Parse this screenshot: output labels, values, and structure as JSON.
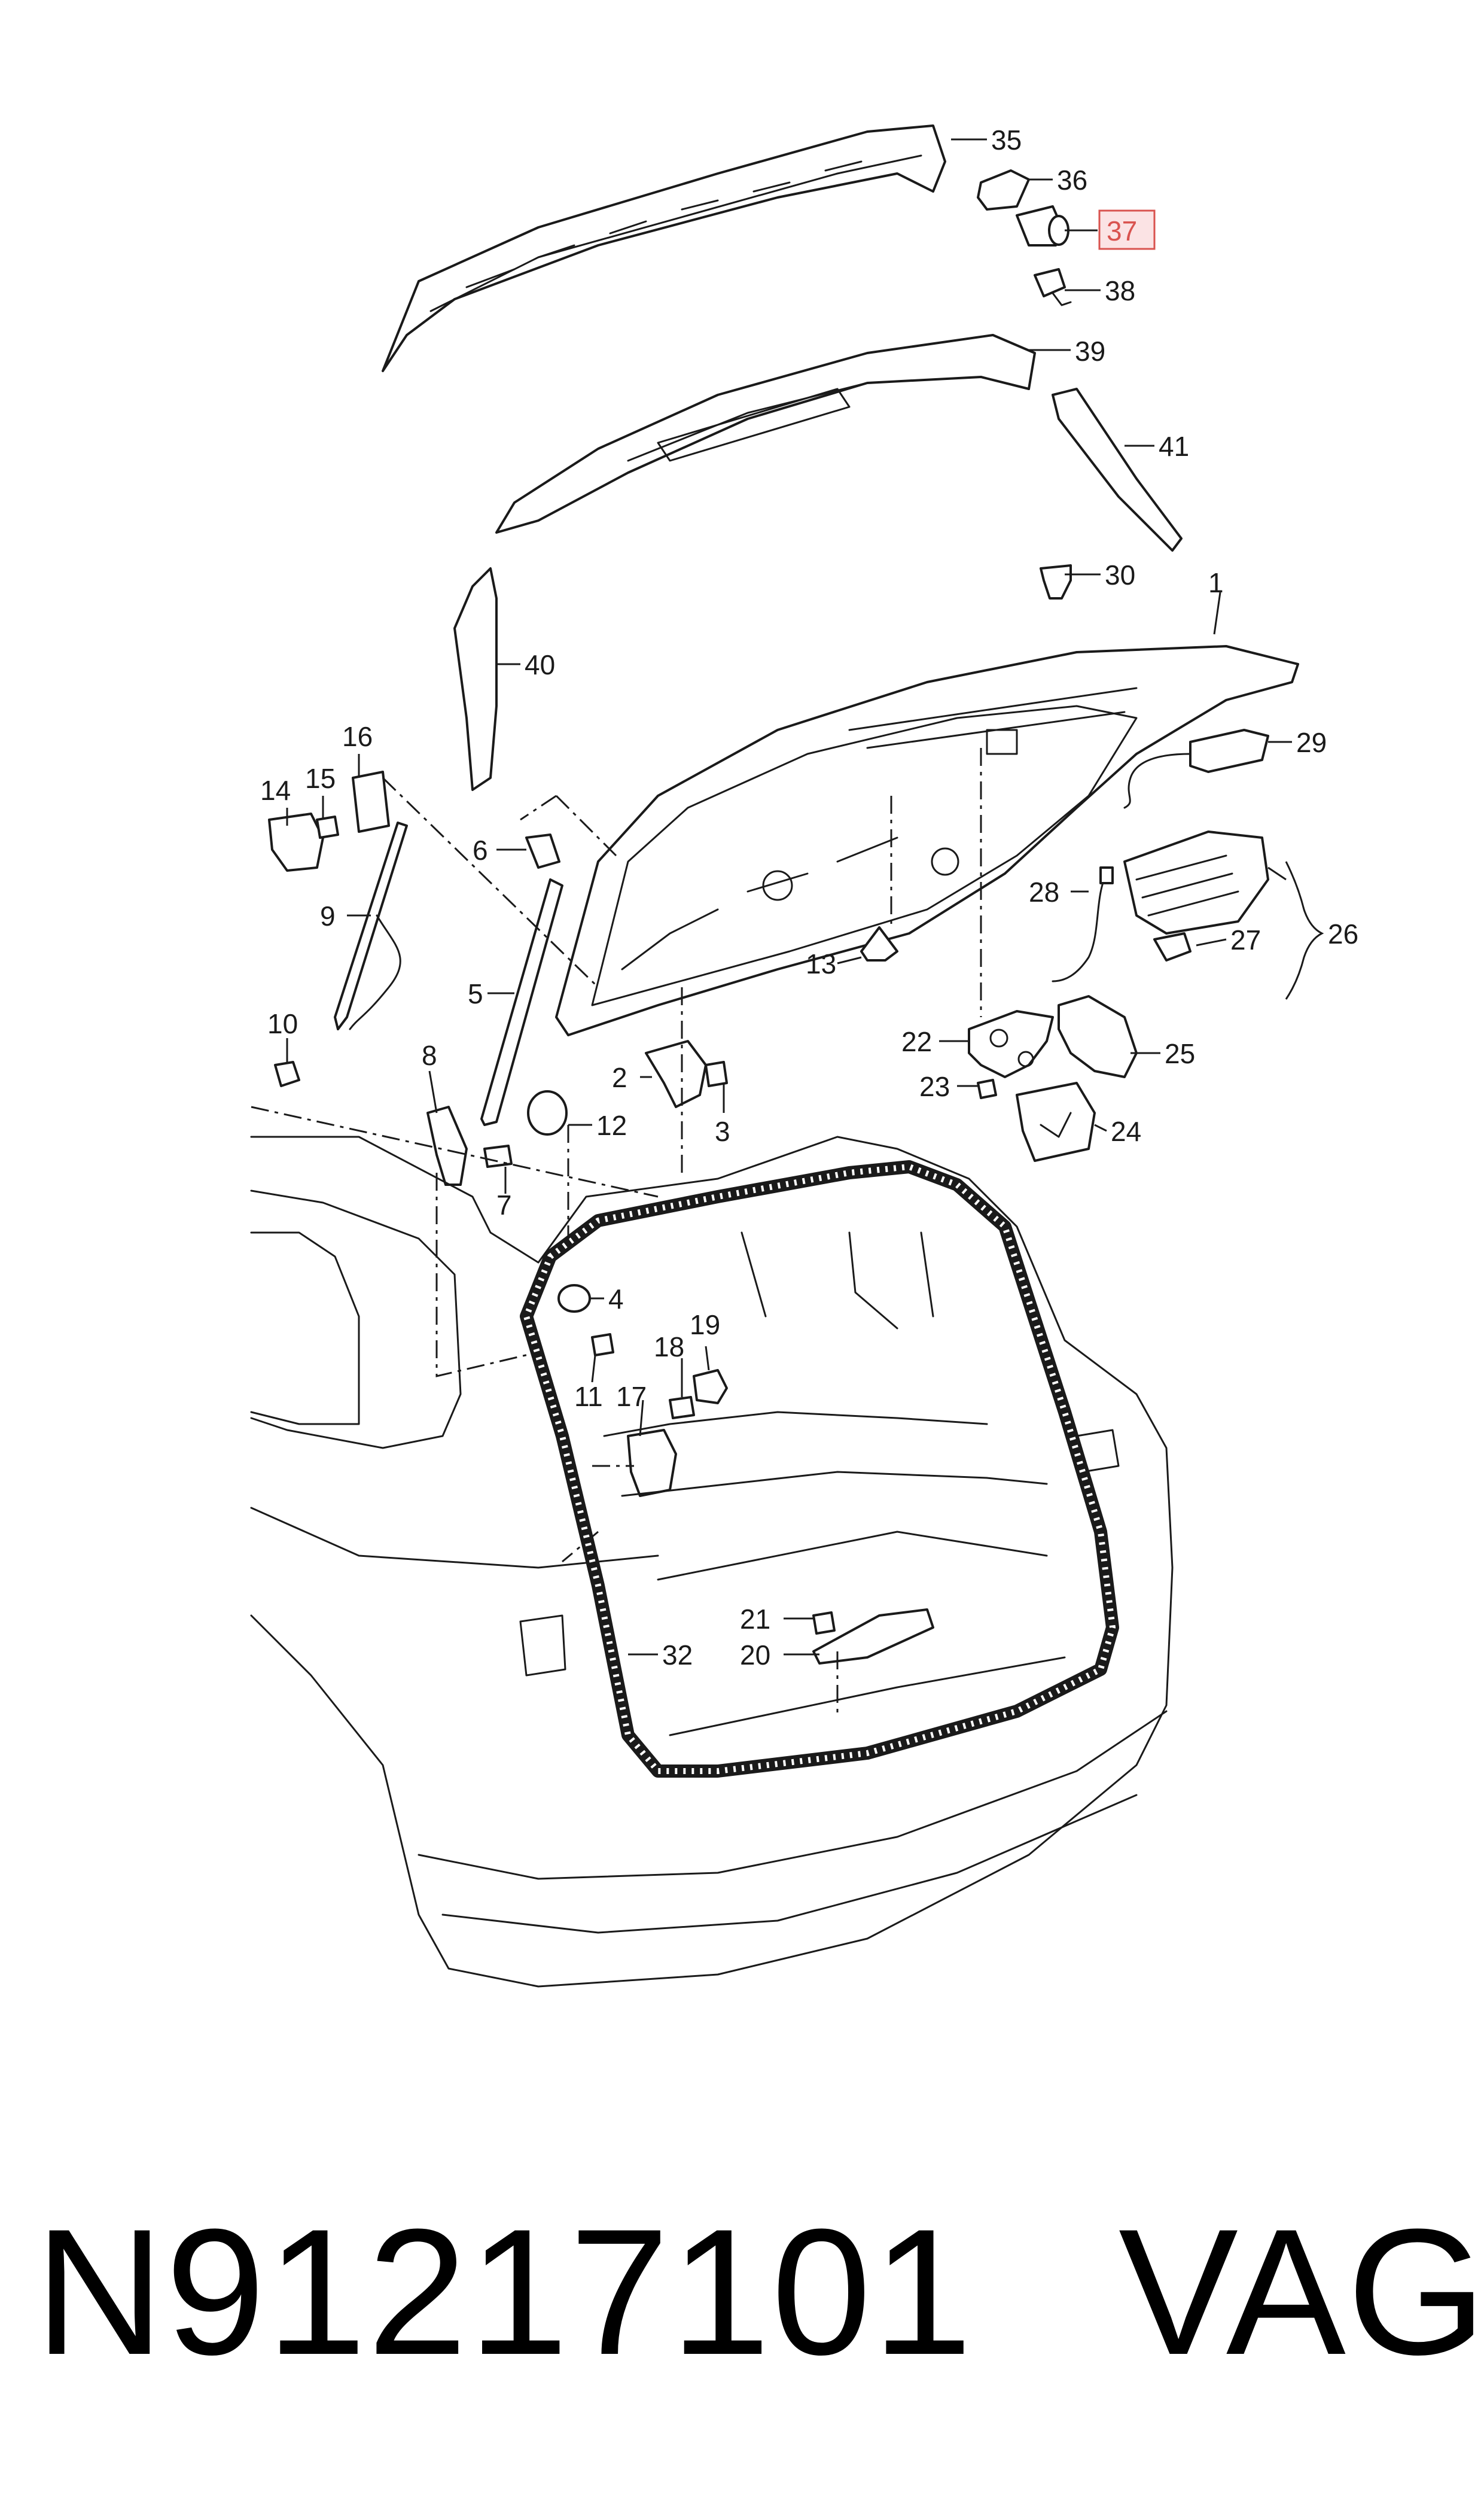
{
  "diagram": {
    "highlighted_callout": "37",
    "callouts": [
      "1",
      "2",
      "3",
      "4",
      "5",
      "6",
      "7",
      "8",
      "9",
      "10",
      "11",
      "12",
      "13",
      "14",
      "15",
      "16",
      "17",
      "18",
      "19",
      "20",
      "21",
      "22",
      "23",
      "24",
      "25",
      "26",
      "27",
      "28",
      "29",
      "30",
      "32",
      "35",
      "36",
      "37",
      "38",
      "39",
      "40",
      "41"
    ]
  },
  "footer": {
    "part_number": "N91217101",
    "brand": "VAG"
  },
  "colors": {
    "line": "#1a1a1a",
    "highlight_fill": "#fbe3e4",
    "highlight_stroke": "#d9534f"
  }
}
